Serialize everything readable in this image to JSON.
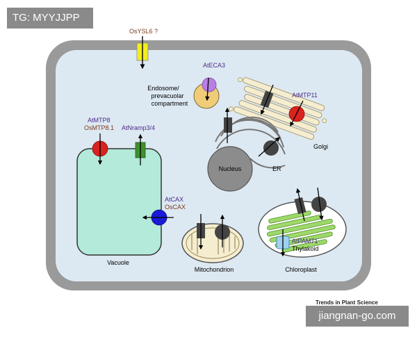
{
  "watermark_top": "TG: MYYJJPP",
  "watermark_bottom": "jiangnan-go.com",
  "credit": "Trends in Plant Science",
  "transporters": {
    "osysl6": "OsYSL6 ?",
    "ateca3": "AtECA3",
    "atmtp11": "AtMTP11",
    "atmtp8": "AtMTP8",
    "osmtp81": "OsMTP8.1",
    "atnramp": "AtNramp3/4",
    "atcax": "AtCAX",
    "oscax": "OsCAX",
    "atpam71": "AtPAM71"
  },
  "compartments": {
    "endosome_line1": "Endosome/",
    "endosome_line2": "prevacuolar",
    "endosome_line3": "compartment",
    "golgi": "Golgi",
    "nucleus": "Nucleus",
    "er": "ER",
    "vacuole": "Vacuole",
    "mitochondrion": "Mitochondrion",
    "chloroplast": "Chloroplast",
    "thylakoid": "Thylakoid"
  },
  "colors": {
    "cell_wall": "#9a9a9a",
    "cytoplasm": "#dde9f2",
    "vacuole": "#b3ead9",
    "transporter_red": "#d8231f",
    "transporter_green": "#3f8f2e",
    "transporter_yellow": "#f2ee1e",
    "transporter_purple": "#b97ee6",
    "transporter_blue": "#1a1ad6",
    "transporter_lightblue": "#9fd2f0",
    "transporter_dark": "#444444",
    "label_purple": "#4a2b8a",
    "label_brown": "#7a3a1a"
  }
}
